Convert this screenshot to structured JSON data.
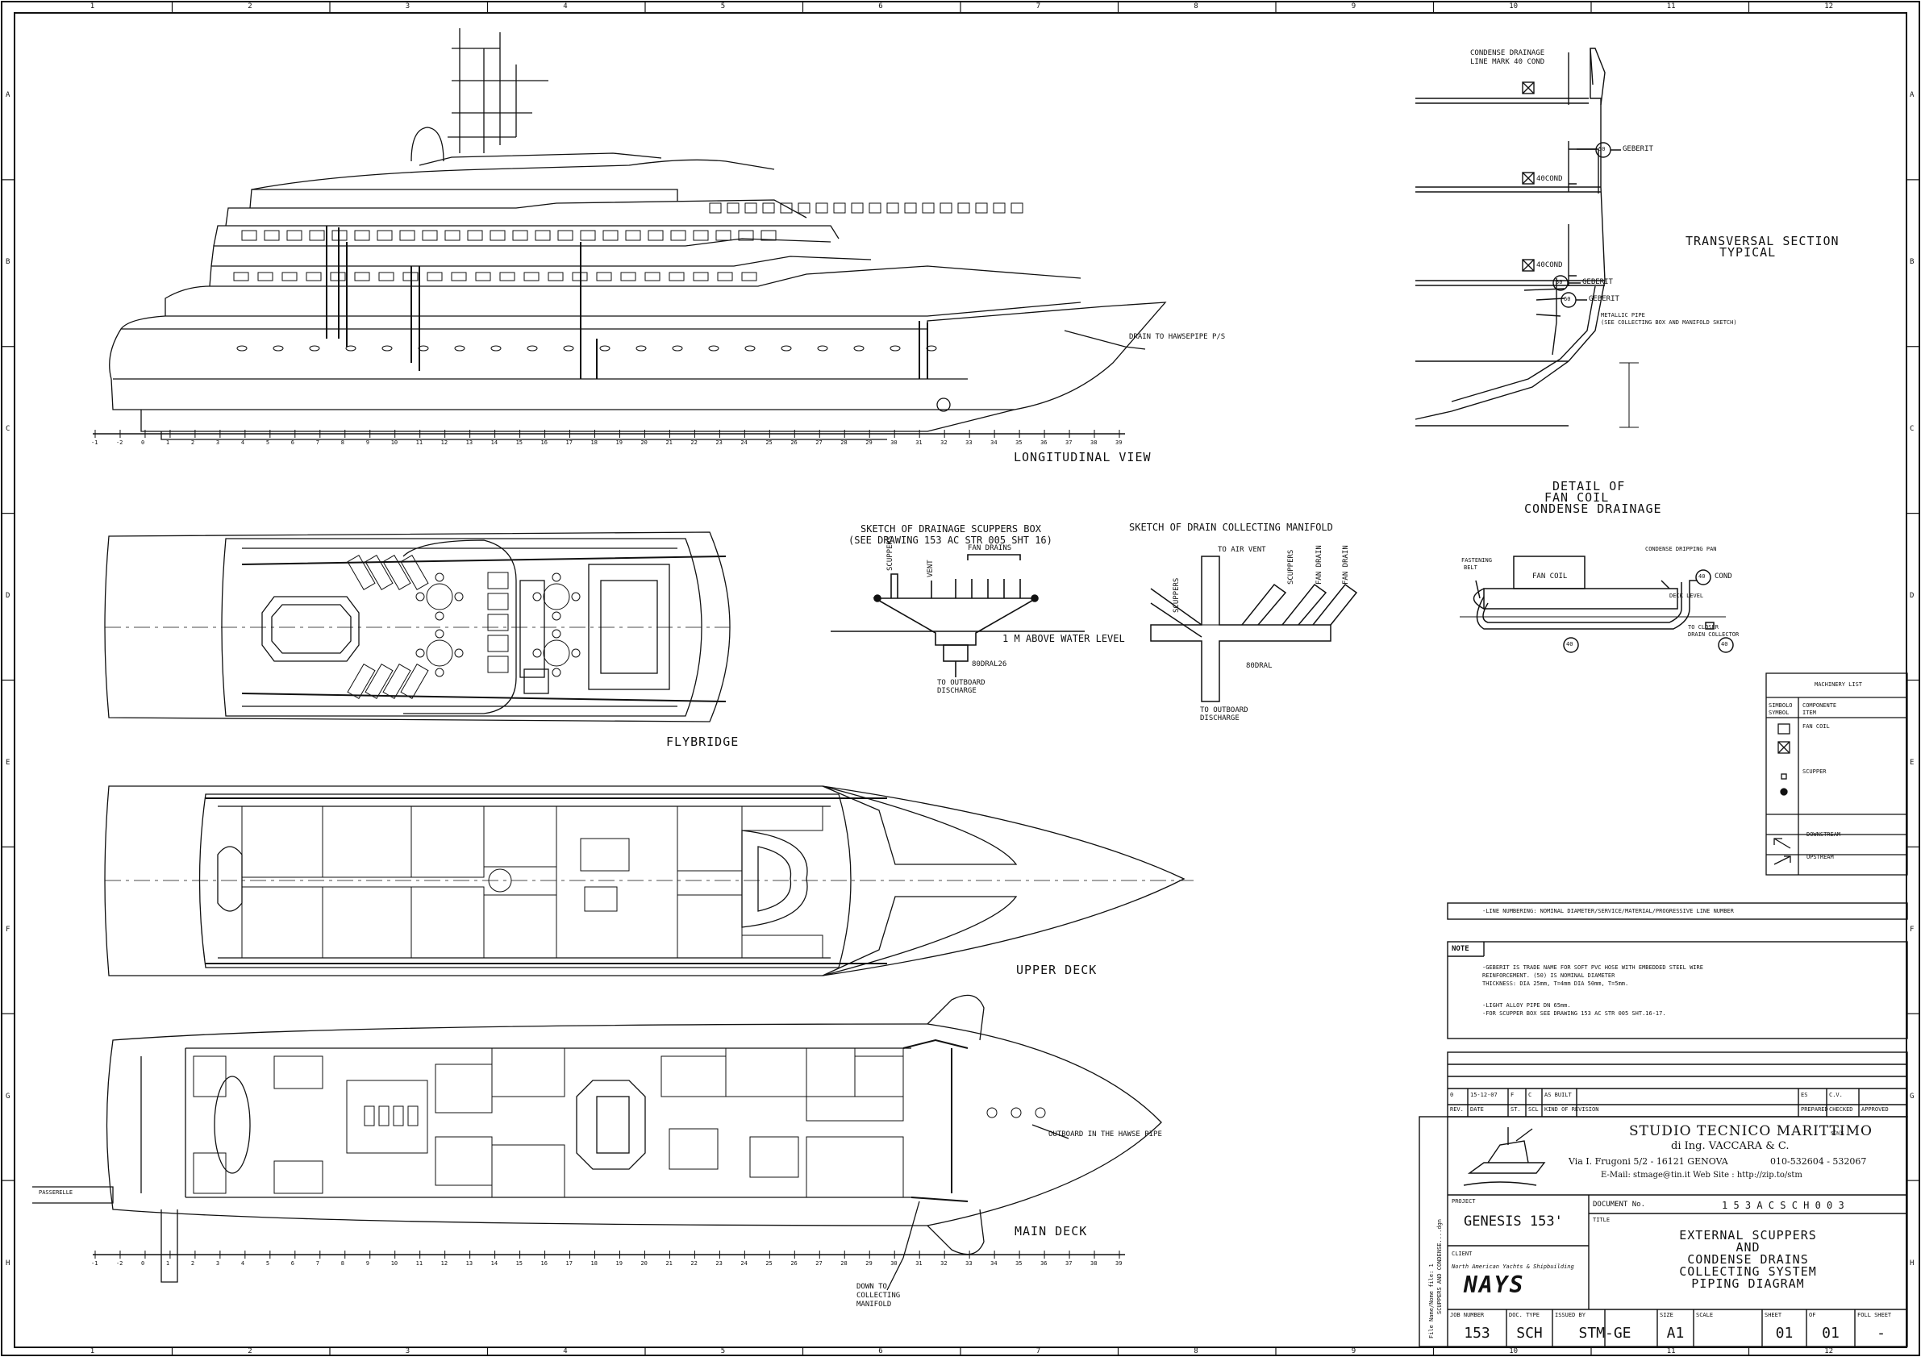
{
  "frame": {
    "col_labels": [
      "1",
      "2",
      "3",
      "4",
      "5",
      "6",
      "7",
      "8",
      "9",
      "10",
      "11",
      "12"
    ],
    "row_labels": [
      "A",
      "B",
      "C",
      "D",
      "E",
      "F",
      "G",
      "H"
    ]
  },
  "views": {
    "longitudinal": "LONGITUDINAL VIEW",
    "flybridge": "FLYBRIDGE",
    "upper_deck": "UPPER DECK",
    "main_deck": "MAIN DECK",
    "frame_ruler": [
      "-1",
      "-2",
      "0",
      "1",
      "2",
      "3",
      "4",
      "5",
      "6",
      "7",
      "8",
      "9",
      "10",
      "11",
      "12",
      "13",
      "14",
      "15",
      "16",
      "17",
      "18",
      "19",
      "20",
      "21",
      "22",
      "23",
      "24",
      "25",
      "26",
      "27",
      "28",
      "29",
      "30",
      "31",
      "32",
      "33",
      "34",
      "35",
      "36",
      "37",
      "38",
      "39"
    ]
  },
  "callouts": {
    "drain_hawsepipe": "DRAIN TO HAWSEPIPE P/S",
    "outboard_hawse": "OUTBOARD IN THE HAWSE PIPE",
    "down_to_manifold": [
      "DOWN TO",
      "COLLECTING",
      "MANIFOLD"
    ],
    "passerelle": "PASSERELLE"
  },
  "scuppers_sketch": {
    "title": "SKETCH OF DRAINAGE SCUPPERS BOX",
    "subtitle": "(SEE DRAWING 153 AC STR 005 SHT 16)",
    "scuppers": "SCUPPERS",
    "vent": "VENT",
    "fan_drains": "FAN DRAINS",
    "water_level": "1 M ABOVE WATER LEVEL",
    "pipe": "80DRAL26",
    "outboard": [
      "TO OUTBOARD",
      "DISCHARGE"
    ]
  },
  "manifold_sketch": {
    "title": "SKETCH OF DRAIN COLLECTING MANIFOLD",
    "air_vent": "TO AIR VENT",
    "scuppers": "SCUPPERS",
    "scuppers2": "SCUPPERS",
    "fan_drain1": "FAN DRAIN",
    "fan_drain2": "FAN DRAIN",
    "pipe": "80DRAL",
    "outboard": [
      "TO OUTBOARD",
      "DISCHARGE"
    ]
  },
  "transversal": {
    "title": "TRANSVERSAL SECTION",
    "subtitle": "TYPICAL",
    "condense_drainage": "CONDENSE DRAINAGE",
    "line_mark": "LINE MARK 40 COND",
    "geberit50a": "GEBERIT",
    "cond40a": "40COND",
    "cond40b": "40COND",
    "geberit50b": "GEBERIT",
    "geberit60": "GEBERIT",
    "metallic_pipe": "METALLIC PIPE",
    "metallic_note": "(SEE COLLECTING BOX AND MANIFOLD SKETCH)",
    "mark50": "50",
    "mark60": "60"
  },
  "fancoil": {
    "title": [
      "DETAIL OF",
      "FAN COIL",
      "CONDENSE DRAINAGE"
    ],
    "fastening_belt": [
      "FASTENING",
      "BELT"
    ],
    "fan_coil": "FAN COIL",
    "dripping_pan": "CONDENSE DRIPPING PAN",
    "cond": "COND",
    "deck_level": "DECK LEVEL",
    "closer": [
      "TO CLOSER",
      "DRAIN COLLECTOR"
    ],
    "mark": "40"
  },
  "machinery_list": {
    "title": "MACHINERY LIST",
    "col_symbol": "SIMBOLO SYMBOL",
    "col_component": "COMPONENTE ITEM",
    "fan_coil": "FAN COIL",
    "scupper": "SCUPPER",
    "downstream": "DOWNSTREAM",
    "upstream": "UPSTREAM"
  },
  "line_numbering": "-LINE NUMBERING: NOMINAL DIAMETER/SERVICE/MATERIAL/PROGRESSIVE LINE NUMBER",
  "note": {
    "heading": "NOTE",
    "lines": [
      "-GEBERIT IS TRADE NAME FOR SOFT PVC HOSE WITH EMBEDDED STEEL WIRE",
      " REINFORCEMENT. (50) IS NOMINAL DIAMETER",
      " THICKNESS: DIA 25mm, T=4mm DIA 50mm, T=5mm.",
      "-LIGHT ALLOY PIPE DN 65mm.",
      "-FOR SCUPPER BOX SEE DRAWING 153 AC STR 005 SHT.16-17."
    ]
  },
  "revision": {
    "row": [
      "0",
      "15-12-07",
      "F",
      "C",
      "AS BUILT",
      "",
      "ES",
      "C.V.",
      ""
    ],
    "headers": [
      "REV.",
      "DATE",
      "ST.",
      "SCL",
      "KIND OF REVISION",
      "",
      "PREPARED",
      "CHECKED",
      "APPROVED"
    ]
  },
  "company": {
    "name": "STUDIO TECNICO MARITTIMO",
    "suffix": "s/a/s",
    "engineer": "di Ing. VACCARA & C.",
    "address": "Via I. Frugoni 5/2 - 16121 GENOVA",
    "phone": "010-532604 - 532067",
    "email": "E-Mail: stmage@tin.it  Web Site : http://zip.to/stm"
  },
  "title_block": {
    "project_label": "PROJECT",
    "project": "GENESIS 153'",
    "document_label": "DOCUMENT No.",
    "document": "1 5 3  A C  S C H  0 0 3",
    "title_label": "TITLE",
    "title": [
      "EXTERNAL SCUPPERS",
      "AND",
      "CONDENSE DRAINS",
      "COLLECTING SYSTEM",
      "PIPING DIAGRAM"
    ],
    "client_label": "CLIENT",
    "client": "North American Yachts & Shipbuilding",
    "client_logo": "NAYS",
    "fields": [
      {
        "label": "JOB NUMBER",
        "value": "153"
      },
      {
        "label": "DOC. TYPE",
        "value": "SCH"
      },
      {
        "label": "ISSUED BY",
        "value": "STM-GE"
      },
      {
        "label": "SIZE",
        "value": "A1"
      },
      {
        "label": "SCALE",
        "value": ""
      },
      {
        "label": "SHEET",
        "value": "01"
      },
      {
        "label": "OF",
        "value": "01"
      },
      {
        "label": "FOLL SHEET",
        "value": "-"
      }
    ]
  },
  "side_text": "SCUPPERS AND CONDENSE....dgn",
  "side_text2": "File Name/Nome file: 1"
}
